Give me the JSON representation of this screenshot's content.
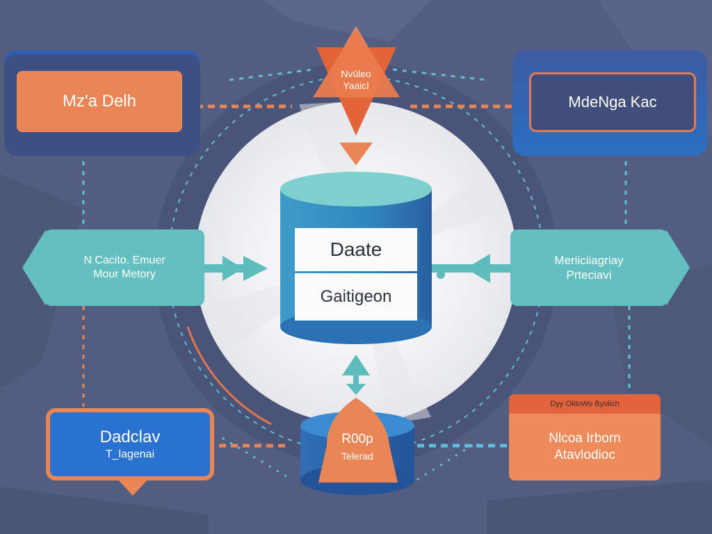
{
  "diagram": {
    "center": {
      "line1": "Daate",
      "line2": "Gaitigeon"
    },
    "top_left": {
      "label": "Mz'a Delh"
    },
    "top_center": {
      "line1": "Nvúleo",
      "line2": "Yaaicl"
    },
    "top_right": {
      "label": "MdeNga Kac"
    },
    "mid_left": {
      "line1": "N Cacito. Emuer",
      "line2": "Mour Metory"
    },
    "mid_right": {
      "line1": "Meriiciiagriay",
      "line2": "Prteciavi"
    },
    "bottom_left": {
      "line1": "Dadclav",
      "line2": "T_lagenai"
    },
    "bottom_center": {
      "line1": "R00p",
      "line2": "Telerad"
    },
    "bottom_right": {
      "header": "Dyy OkloWo Byolich",
      "line1": "Nlcoa Irborn",
      "line2": "Atavlodioc"
    },
    "colors": {
      "background": "#535d80",
      "orange": "#ea8556",
      "navy": "#3c4f86",
      "blue": "#2a70c4",
      "teal": "#5fbcbd",
      "cyan_dash": "#5ec0dc",
      "white_disc": "#f2f2f4"
    }
  }
}
